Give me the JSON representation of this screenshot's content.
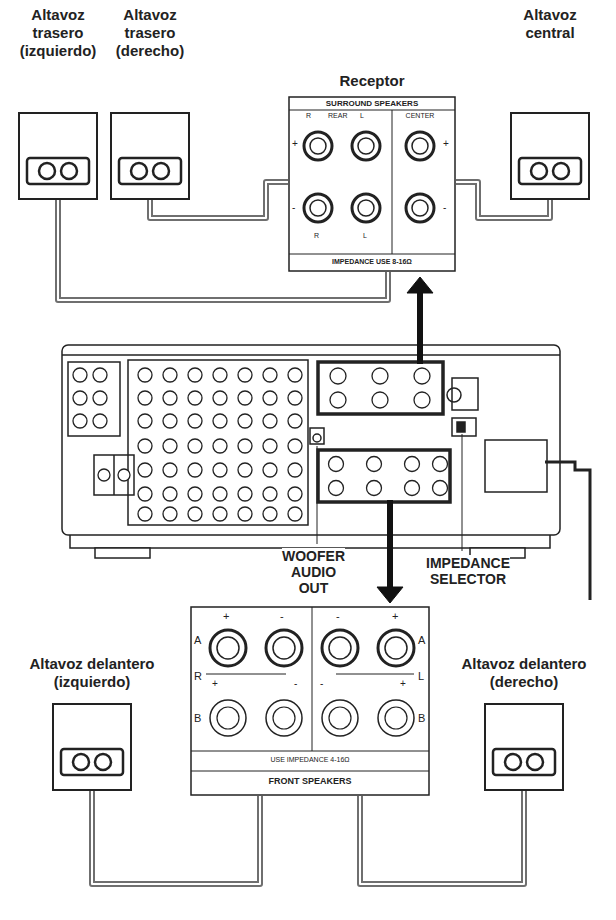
{
  "diagram": {
    "nodes": [
      {
        "text": [
          "Altavoz trasero (izquierdo)"
        ]
      },
      {
        "text": [
          "Altavoz trasero (derecho)"
        ]
      },
      {
        "text": [
          "Receptor",
          "SURROUND SPEAKERS",
          "R",
          "REAR",
          "L",
          "CENTER",
          "+",
          "-",
          "+",
          "-",
          "R",
          "L",
          "IMPEDANCE USE 8-16Ω"
        ]
      },
      {
        "text": [
          "Altavoz central"
        ]
      },
      {
        "text": [
          "+",
          "-",
          "-",
          "+",
          "A",
          "A",
          "R",
          "L",
          "+",
          "-",
          "-",
          "+",
          "B",
          "B",
          "USE IMPEDANCE 4-16Ω",
          "FRONT SPEAKERS"
        ]
      },
      {
        "text": [
          "Altavoz delantero (izquierdo)"
        ]
      },
      {
        "text": [
          "Altavoz delantero (derecho)"
        ]
      }
    ],
    "edges": [
      {
        "from": 0,
        "to": 2,
        "arrow": "none"
      },
      {
        "from": 1,
        "to": 2,
        "arrow": "none"
      },
      {
        "from": 3,
        "to": 2,
        "arrow": "none"
      },
      {
        "from": 5,
        "to": 4,
        "arrow": "none"
      },
      {
        "from": 6,
        "to": 4,
        "arrow": "none"
      }
    ],
    "labels": [
      "WOOFER AUDIO OUT",
      "IMPEDANCE SELECTOR"
    ]
  }
}
